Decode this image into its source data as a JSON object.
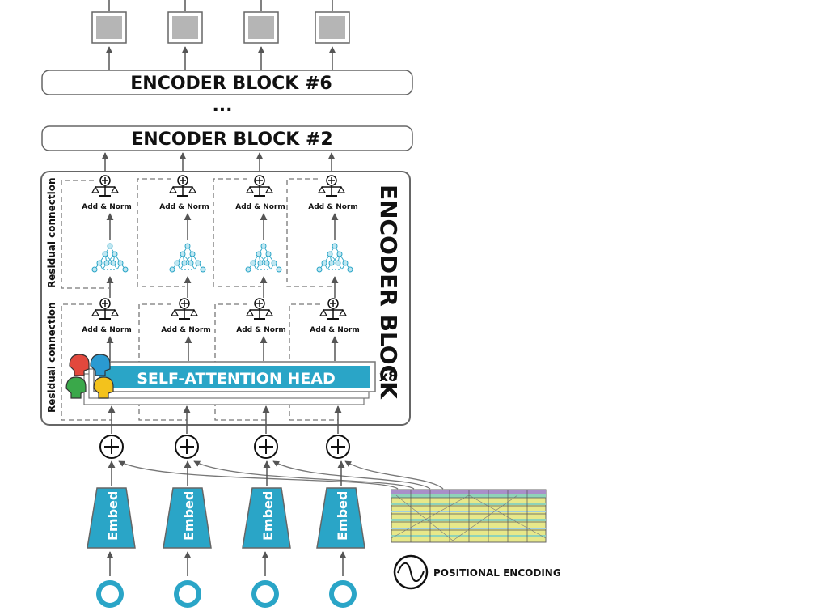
{
  "encoder_block_top": "ENCODER BLOCK #6",
  "ellipsis": "...",
  "encoder_block_2": "ENCODER BLOCK #2",
  "encoder_block_title": "ENCODER BLOCK",
  "residual_label": "Residual connection",
  "add_norm_label": "Add & Norm",
  "self_attention_label": "SELF-ATTENTION HEAD",
  "multiplier": "x8",
  "embed_label": "Embed",
  "positional_encoding_label": "POSITIONAL ENCODING",
  "colors": {
    "teal": "#2aa5c7",
    "line": "#555555",
    "output_fill": "#b5b5b5",
    "head_red": "#e2483d",
    "head_blue": "#2a9ad1",
    "head_green": "#3aa84a",
    "head_yellow": "#f3c21c"
  }
}
